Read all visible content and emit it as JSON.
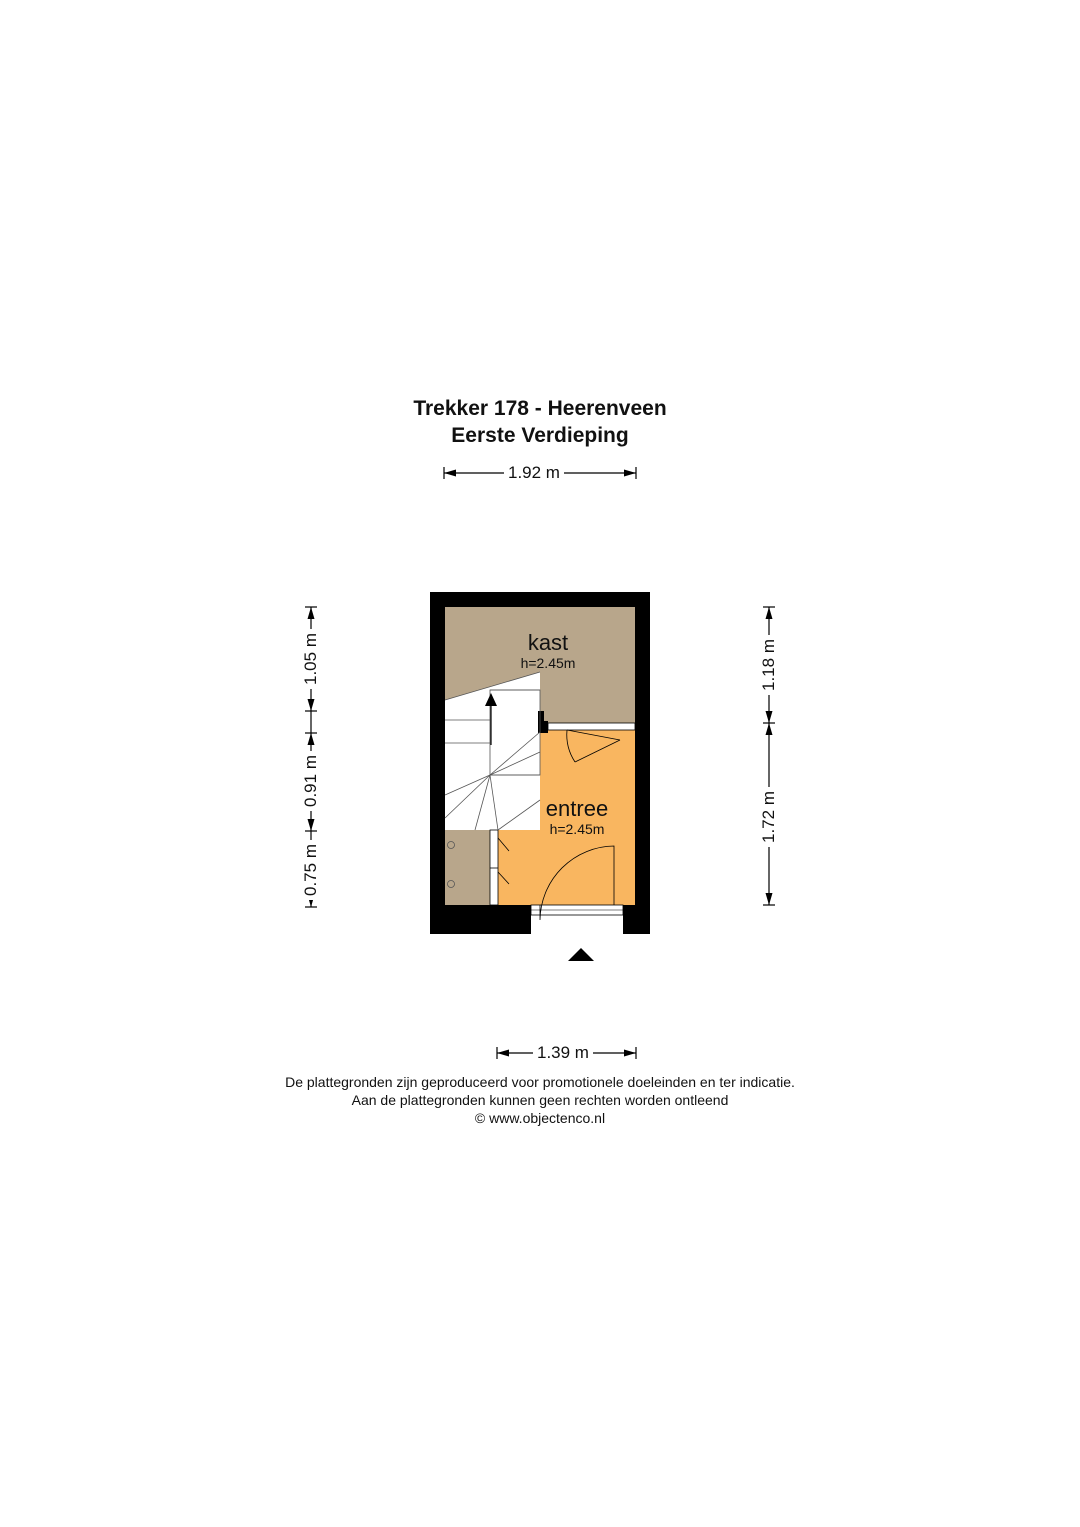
{
  "header": {
    "title": "Trekker 178 - Heerenveen",
    "subtitle": "Eerste Verdieping"
  },
  "rooms": [
    {
      "name": "kast",
      "height": "h=2.45m"
    },
    {
      "name": "entree",
      "height": "h=2.45m"
    }
  ],
  "dimensions": {
    "top_width": "1.92 m",
    "bottom_width": "1.39 m",
    "left_top": "1.05 m",
    "left_middle": "0.91 m",
    "left_bottom": "0.75 m",
    "right_top": "1.18 m",
    "right_bottom": "1.72 m"
  },
  "disclaimer": {
    "line1": "De plattegronden zijn geproduceerd voor promotionele doeleinden en ter indicatie.",
    "line2": "Aan de plattegronden kunnen geen rechten worden ontleend",
    "line3": "© www.objectenco.nl"
  },
  "colors": {
    "wall": "#000000",
    "kast_floor": "#b8a68b",
    "entree_floor": "#f9b660",
    "stair_floor": "#ffffff",
    "utility_floor": "#b8a68b"
  }
}
